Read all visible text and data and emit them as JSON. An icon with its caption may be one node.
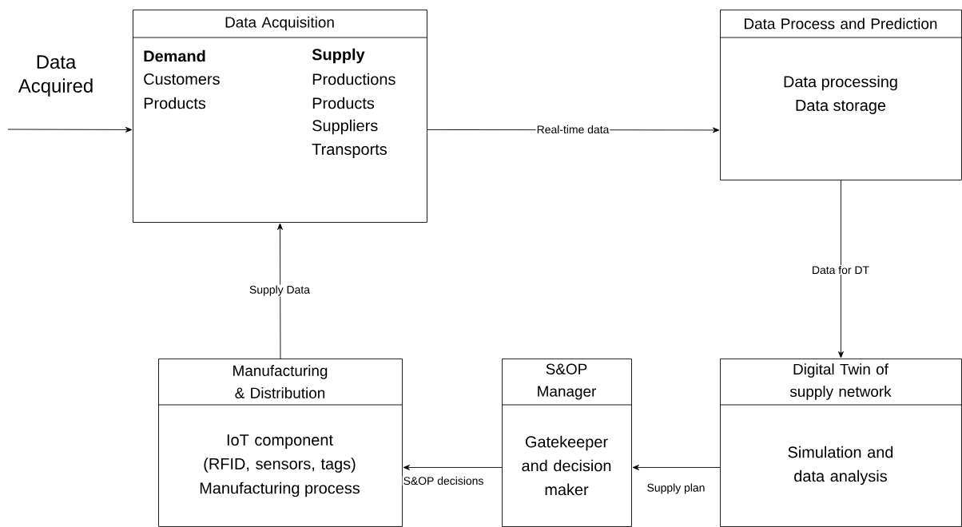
{
  "diagram": {
    "nodes": [
      {
        "text": [
          "Data Acquisition",
          "Demand",
          "Customers",
          "Products",
          "Supply",
          "Productions",
          "Products",
          "Suppliers",
          "Transports"
        ]
      },
      {
        "text": [
          "Data Process and Prediction",
          "Data processing",
          "Data storage"
        ]
      },
      {
        "text": [
          "Manufacturing & Distribution",
          "IoT component (RFID, sensors, tags)",
          "Manufacturing process"
        ]
      },
      {
        "text": [
          "S&OP Manager",
          "Gatekeeper and decision maker"
        ]
      },
      {
        "text": [
          "Digital Twin of supply network",
          "Simulation and data analysis"
        ]
      }
    ],
    "edges": [
      {
        "from": null,
        "to": 0,
        "arrow": "to",
        "label": "Data Acquired"
      },
      {
        "from": 0,
        "to": 1,
        "arrow": "to",
        "label": "Real-time data"
      },
      {
        "from": 1,
        "to": 4,
        "arrow": "to",
        "label": "Data for DT"
      },
      {
        "from": 4,
        "to": 3,
        "arrow": "to",
        "label": "Supply plan"
      },
      {
        "from": 3,
        "to": 2,
        "arrow": "to",
        "label": "S&OP decisions"
      },
      {
        "from": 2,
        "to": 0,
        "arrow": "to",
        "label": "Supply Data"
      }
    ]
  }
}
